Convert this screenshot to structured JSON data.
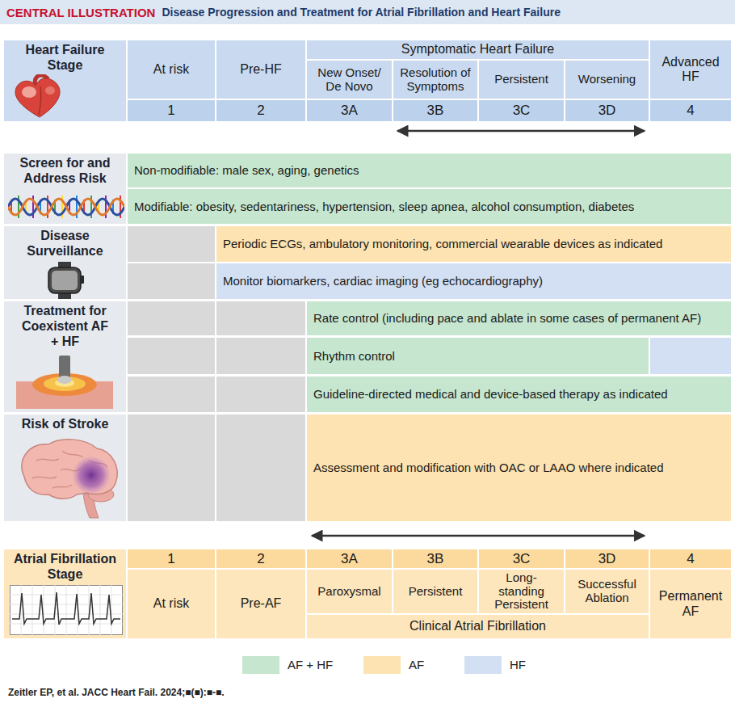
{
  "diagram": {
    "title": "Disease Progression and Treatment for Atrial Fibrillation and Heart Failure",
    "caption": "Zeitler EP, et al. JACC Heart Fail. 2024;■(■):■-■.",
    "nodes": [
      {
        "text": [
          "Heart Failure Stage"
        ]
      },
      {
        "text": [
          "At risk"
        ]
      },
      {
        "text": [
          "Pre-HF"
        ]
      },
      {
        "text": [
          "Symptomatic Heart Failure"
        ]
      },
      {
        "text": [
          "New Onset/ De Novo"
        ]
      },
      {
        "text": [
          "Resolution of Symptoms"
        ]
      },
      {
        "text": [
          "Persistent"
        ]
      },
      {
        "text": [
          "Worsening"
        ]
      },
      {
        "text": [
          "Advanced HF"
        ]
      },
      {
        "text": [
          "1"
        ]
      },
      {
        "text": [
          "2"
        ]
      },
      {
        "text": [
          "3A"
        ]
      },
      {
        "text": [
          "3B"
        ]
      },
      {
        "text": [
          "3C"
        ]
      },
      {
        "text": [
          "3D"
        ]
      },
      {
        "text": [
          "4"
        ]
      },
      {
        "text": [
          "Screen for and Address Risk"
        ]
      },
      {
        "text": [
          "Non-modifiable: male sex, aging, genetics"
        ]
      },
      {
        "text": [
          "Modifiable: obesity, sedentariness, hypertension, sleep apnea, alcohol consumption, diabetes"
        ]
      },
      {
        "text": [
          "Disease Surveillance"
        ]
      },
      {
        "text": [
          "Periodic ECGs, ambulatory monitoring, commercial wearable devices as indicated"
        ]
      },
      {
        "text": [
          "Monitor biomarkers, cardiac imaging (eg echocardiography)"
        ]
      },
      {
        "text": [
          "Treatment for Coexistent AF + HF"
        ]
      },
      {
        "text": [
          "Rate control (including pace and ablate in some cases of permanent AF)"
        ]
      },
      {
        "text": [
          "Rhythm control"
        ]
      },
      {
        "text": [
          "Guideline-directed medical and device-based therapy as indicated"
        ]
      },
      {
        "text": [
          "Risk of Stroke"
        ]
      },
      {
        "text": [
          "Assessment and modification with OAC or LAAO where indicated"
        ]
      },
      {
        "text": [
          "Atrial Fibrillation Stage"
        ]
      },
      {
        "text": [
          "1"
        ]
      },
      {
        "text": [
          "2"
        ]
      },
      {
        "text": [
          "3A"
        ]
      },
      {
        "text": [
          "3B"
        ]
      },
      {
        "text": [
          "3C"
        ]
      },
      {
        "text": [
          "3D"
        ]
      },
      {
        "text": [
          "4"
        ]
      },
      {
        "text": [
          "At risk"
        ]
      },
      {
        "text": [
          "Pre-AF"
        ]
      },
      {
        "text": [
          "Paroxysmal"
        ]
      },
      {
        "text": [
          "Persistent"
        ]
      },
      {
        "text": [
          "Long-standing Persistent"
        ]
      },
      {
        "text": [
          "Successful Ablation"
        ]
      },
      {
        "text": [
          "Permanent AF"
        ]
      },
      {
        "text": [
          "Clinical Atrial Fibrillation"
        ]
      }
    ],
    "labels": [
      "CENTRAL ILLUSTRATION"
    ],
    "legend": [
      {
        "text": "AF + HF",
        "color": "#c6e6cf"
      },
      {
        "text": "AF",
        "color": "#fde3b1"
      },
      {
        "text": "HF",
        "color": "#d3e0f3"
      }
    ]
  }
}
